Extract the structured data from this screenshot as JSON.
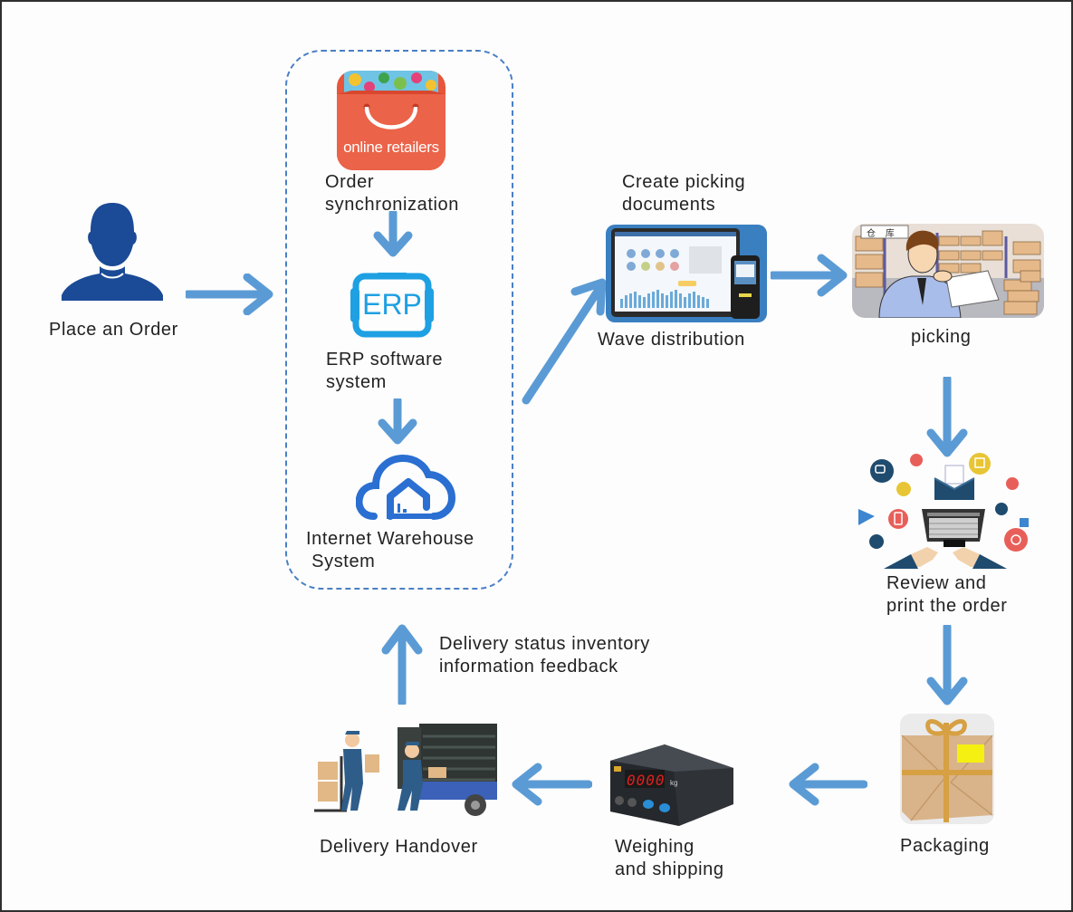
{
  "diagram": {
    "title": "Warehouse order fulfillment flow",
    "accent_color": "#5b9bd5",
    "group_border_color": "#4a7fc4",
    "steps": {
      "place_order": {
        "label": "Place an Order",
        "icon": "user-icon"
      },
      "order_sync": {
        "label": "Order\nsynchronization",
        "icon": "shopping-bag-icon",
        "icon_text": "online retailers"
      },
      "erp": {
        "label": "ERP software\nsystem",
        "icon": "erp-icon",
        "icon_text": "ERP"
      },
      "iws": {
        "label": "Internet Warehouse\n System",
        "icon": "cloud-warehouse-icon"
      },
      "create_picking": {
        "label": "Create picking\ndocuments"
      },
      "wave": {
        "label": "Wave distribution",
        "icon": "laptop-dashboard-icon"
      },
      "picking": {
        "label": "picking",
        "icon": "warehouse-worker-icon",
        "sign_text": "仓 库"
      },
      "review": {
        "label": "Review and\nprint the order",
        "icon": "laptop-typing-icon"
      },
      "packaging": {
        "label": "Packaging",
        "icon": "package-icon"
      },
      "weighing": {
        "label": "Weighing\nand shipping",
        "icon": "scale-indicator-icon",
        "display_value": "0000",
        "unit": "kg"
      },
      "handover": {
        "label": "Delivery Handover",
        "icon": "delivery-truck-icon"
      },
      "feedback": {
        "label": "Delivery status inventory\ninformation feedback"
      }
    }
  }
}
